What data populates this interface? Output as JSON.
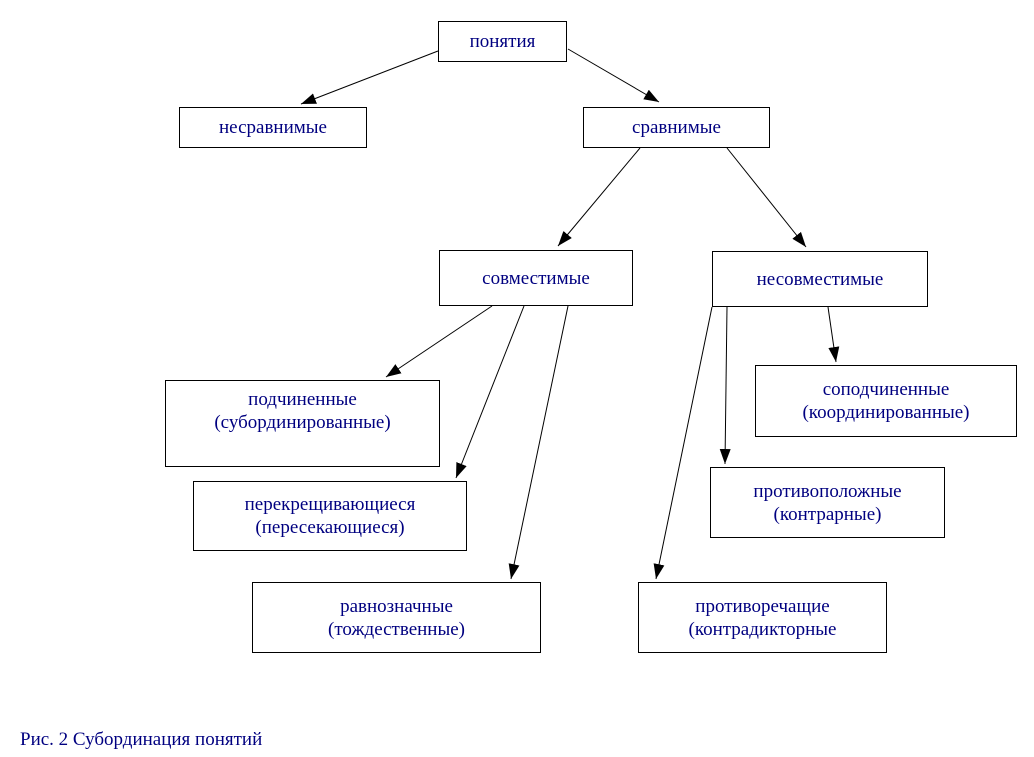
{
  "diagram": {
    "caption": "Рис. 2 Субординация понятий",
    "colors": {
      "node_text": "#000080",
      "node_border": "#000000",
      "node_background": "#ffffff",
      "arrow": "#000000",
      "page_background": "#ffffff"
    },
    "nodes": {
      "ponyatiya": {
        "label": "понятия"
      },
      "nesravnimye": {
        "label": "несравнимые"
      },
      "sravnimye": {
        "label": "сравнимые"
      },
      "sovmestimye": {
        "label": "совместимые"
      },
      "nesovmestimye": {
        "label": "несовместимые"
      },
      "podchinennye": {
        "line1": "подчиненные",
        "line2": "(субординированные)"
      },
      "perekreshchivayushchiesya": {
        "line1": "перекрещивающиеся",
        "line2": "(пересекающиеся)"
      },
      "ravnoznachnye": {
        "line1": "равнозначные",
        "line2": "(тождественные)"
      },
      "sopodchinennye": {
        "line1": "соподчиненные",
        "line2": "(координированные)"
      },
      "protivopolozhnye": {
        "line1": "противоположные",
        "line2": "(контрарные)"
      },
      "protivorechashchie": {
        "line1": "противоречащие",
        "line2": "(контрадикторные"
      }
    },
    "edges": [
      {
        "from": "ponyatiya",
        "to": "nesravnimye"
      },
      {
        "from": "ponyatiya",
        "to": "sravnimye"
      },
      {
        "from": "sravnimye",
        "to": "sovmestimye"
      },
      {
        "from": "sravnimye",
        "to": "nesovmestimye"
      },
      {
        "from": "sovmestimye",
        "to": "podchinennye"
      },
      {
        "from": "sovmestimye",
        "to": "perekreshchivayushchiesya"
      },
      {
        "from": "sovmestimye",
        "to": "ravnoznachnye"
      },
      {
        "from": "nesovmestimye",
        "to": "sopodchinennye"
      },
      {
        "from": "nesovmestimye",
        "to": "protivopolozhnye"
      },
      {
        "from": "nesovmestimye",
        "to": "protivorechashchie"
      }
    ]
  }
}
